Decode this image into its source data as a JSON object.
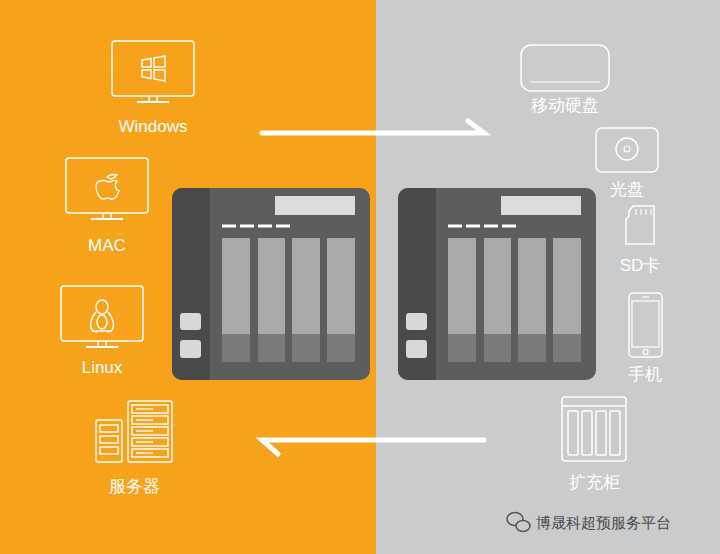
{
  "diagram": {
    "nodes": [
      {
        "text": [
          "Windows"
        ]
      },
      {
        "text": [
          "MAC"
        ]
      },
      {
        "text": [
          "Linux"
        ]
      },
      {
        "text": [
          "服务器"
        ]
      },
      {
        "text": [
          "移动硬盘"
        ]
      },
      {
        "text": [
          "光盘"
        ]
      },
      {
        "text": [
          "SD卡"
        ]
      },
      {
        "text": [
          "手机"
        ]
      },
      {
        "text": [
          "扩充柜"
        ]
      }
    ],
    "labels": [
      "博晟科超预服务平台"
    ]
  }
}
